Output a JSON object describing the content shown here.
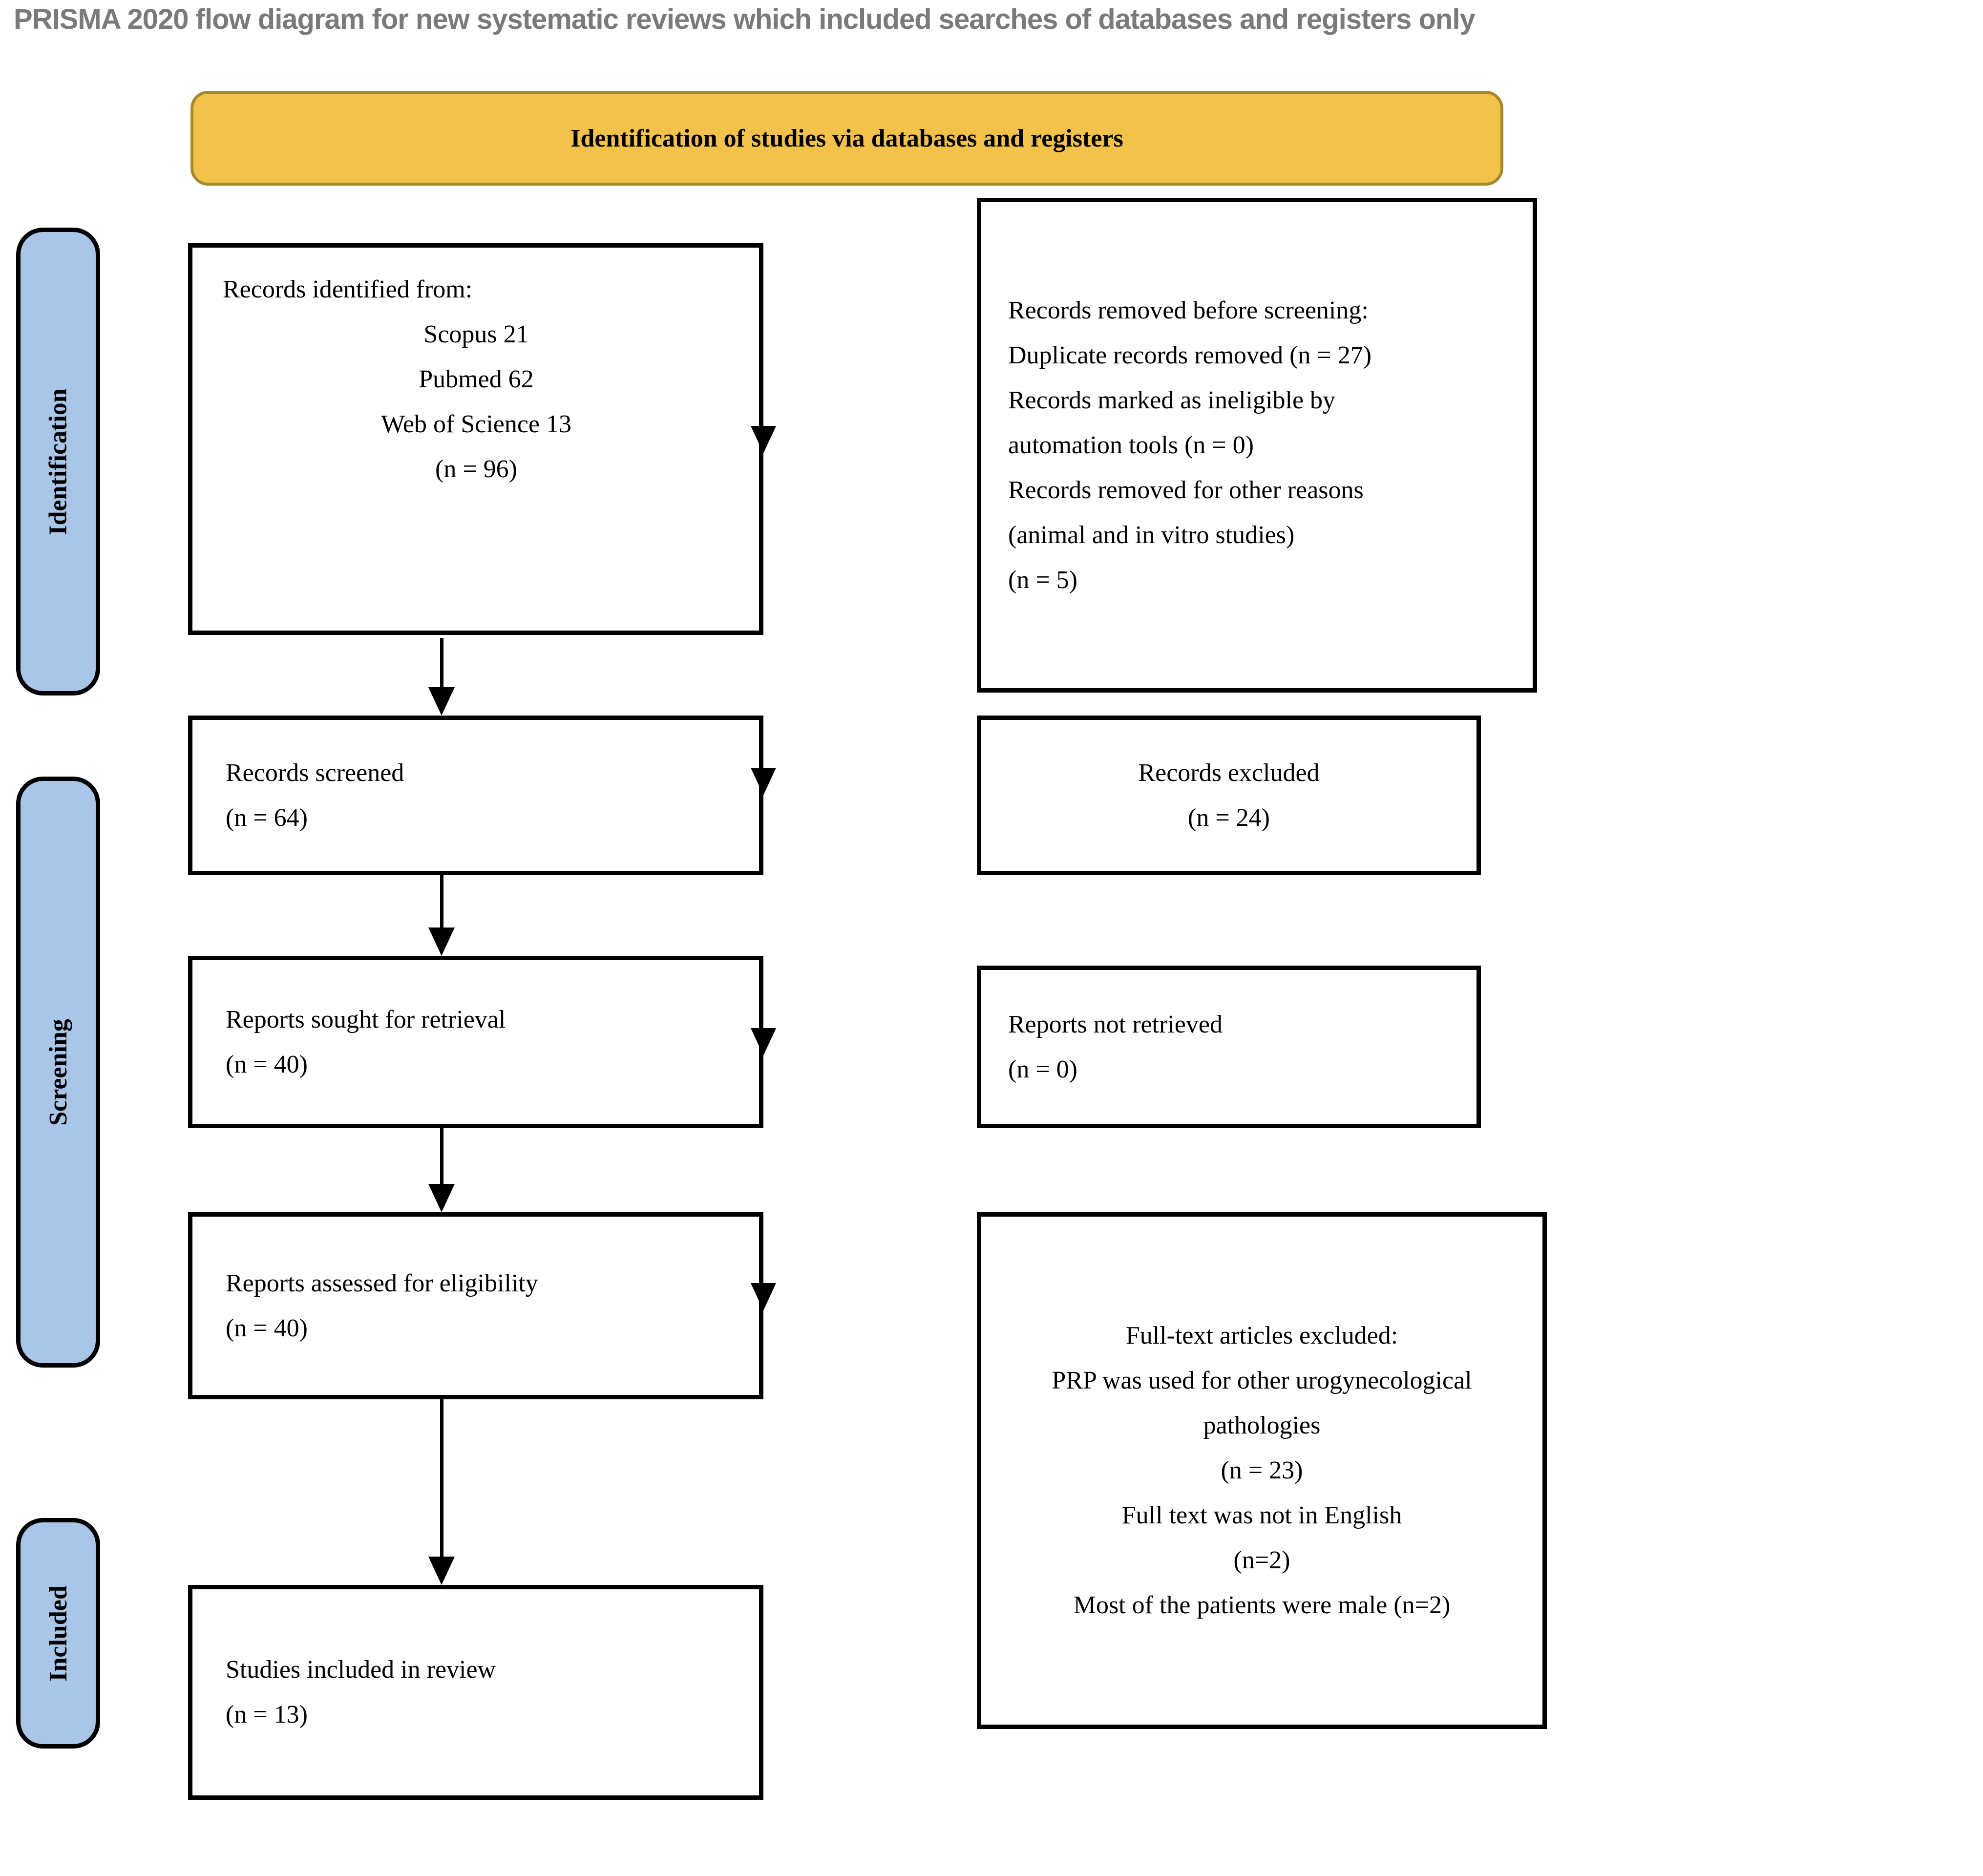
{
  "title": "PRISMA 2020 flow diagram for new systematic reviews which included searches of databases and registers only",
  "banner": {
    "label": "Identification of studies via databases and registers"
  },
  "sidebar": {
    "stages": {
      "identification": "Identification",
      "screening": "Screening",
      "included": "Included"
    }
  },
  "colors": {
    "banner_fill": "#F2C24B",
    "banner_border": "#A48A2E",
    "stage_fill": "#A9C5E8",
    "title_gray": "#7A7A7A",
    "box_border": "#000000"
  },
  "boxes": {
    "identified": {
      "intro": "Records identified from:",
      "sources": [
        "Scopus 21",
        "Pubmed 62",
        "Web of Science 13"
      ],
      "count": "(n = 96)"
    },
    "removed": {
      "items": [
        "Records removed before screening: Duplicate records removed (n = 27)",
        "Records marked as ineligible by automation tools (n = 0)",
        "Records removed for other reasons (animal and in vitro studies)",
        "(n = 5)"
      ]
    },
    "screened": {
      "label": "Records screened",
      "count": "(n = 64)"
    },
    "excluded": {
      "label": "Records excluded",
      "count": "(n = 24)"
    },
    "sought": {
      "label": "Reports sought for retrieval",
      "count": "(n = 40)"
    },
    "not_retrieved": {
      "label": "Reports not retrieved",
      "count": "(n = 0)"
    },
    "assessed": {
      "label": "Reports assessed for eligibility",
      "count": "(n = 40)"
    },
    "fulltext_excluded": {
      "items": [
        "Full-text articles excluded:",
        "PRP was used for other urogynecological pathologies",
        "(n = 23)",
        "Full text was not in English",
        "(n=2)",
        "Most of the patients were male (n=2)"
      ]
    },
    "included": {
      "label": "Studies included in review",
      "count": "(n = 13)"
    }
  }
}
